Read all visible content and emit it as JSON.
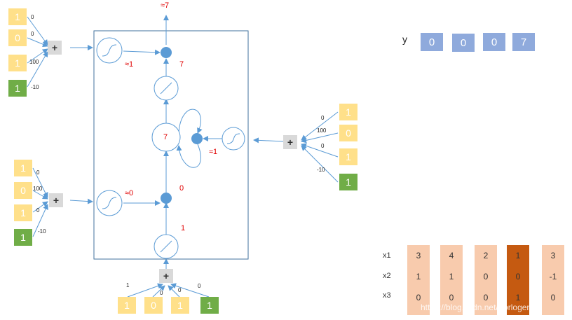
{
  "output": {
    "label": "≈7",
    "value": "7",
    "gate": "≈1"
  },
  "memory": {
    "value": "7",
    "gate": "≈1"
  },
  "input_gate": {
    "value": "0",
    "gate": "≈0",
    "candidate": "1"
  },
  "groups": {
    "top_left": {
      "inputs": [
        "1",
        "0",
        "1"
      ],
      "bias": "1",
      "weights": [
        "0",
        "0",
        "100",
        "-10"
      ],
      "op": "+"
    },
    "mid_left": {
      "inputs": [
        "1",
        "0",
        "1"
      ],
      "bias": "1",
      "weights": [
        "0",
        "100",
        "0",
        "-10"
      ],
      "op": "+"
    },
    "right": {
      "inputs": [
        "1",
        "0",
        "1"
      ],
      "bias": "1",
      "weights": [
        "0",
        "100",
        "0",
        "-10"
      ],
      "op": "+"
    },
    "bottom": {
      "inputs": [
        "1",
        "0",
        "1"
      ],
      "bias": "1",
      "weights": [
        "1",
        "0",
        "0",
        "0"
      ],
      "op": "+"
    }
  },
  "y_row": {
    "label": "y",
    "values": [
      "0",
      "0",
      "0",
      "7"
    ]
  },
  "x_table": {
    "row_labels": [
      "x1",
      "x2",
      "x3"
    ],
    "columns": [
      [
        "3",
        "1",
        "0"
      ],
      [
        "4",
        "1",
        "0"
      ],
      [
        "2",
        "0",
        "0"
      ],
      [
        "1",
        "0",
        "1"
      ],
      [
        "3",
        "-1",
        "0"
      ]
    ],
    "highlight_index": 3
  },
  "watermark": "https://blog.csdn.net/Forlogen",
  "colors": {
    "input": "#FFE08A",
    "bias": "#70AD47",
    "node": "#5B9BD5",
    "highlight": "#C55A11",
    "y": "#8FAADC"
  }
}
